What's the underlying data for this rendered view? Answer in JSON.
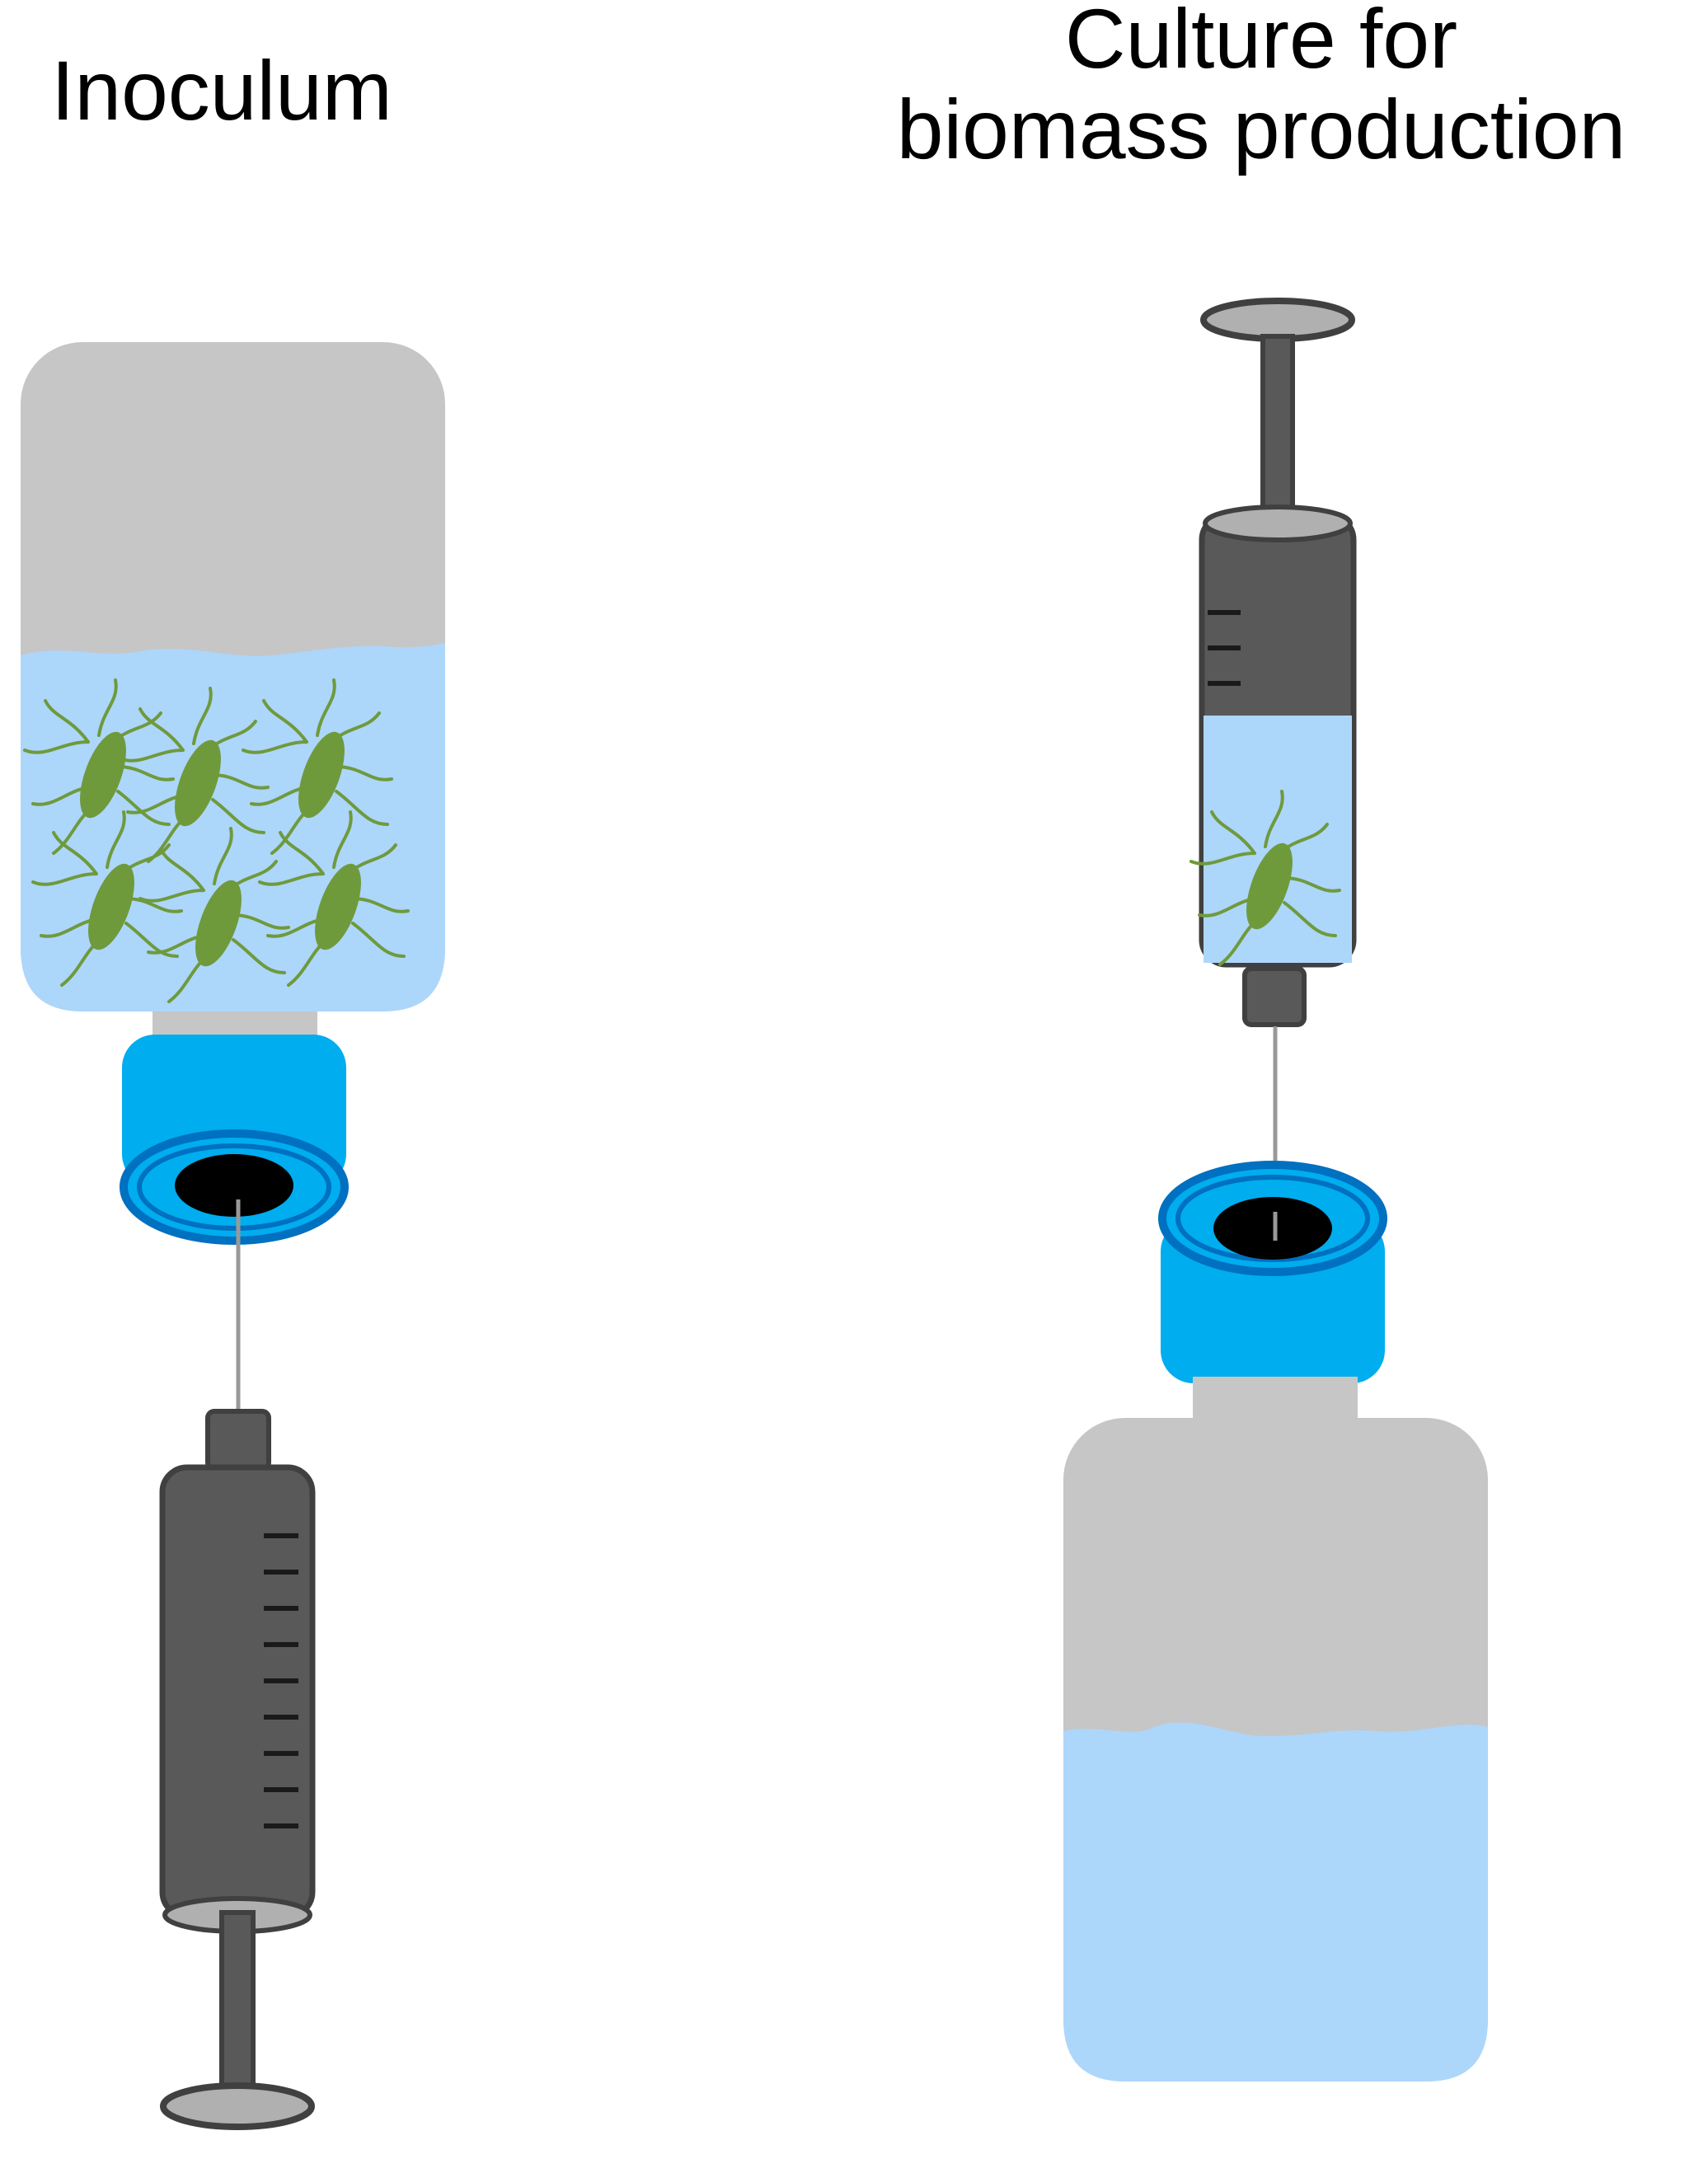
{
  "labels": {
    "inoculum": "Inoculum",
    "culture_line1": "Culture for",
    "culture_line2": "biomass production"
  },
  "colors": {
    "bottle_gray": "#c6c6c6",
    "liquid_blue": "#add6fb",
    "cap_blue": "#00adee",
    "cap_rim": "#0070c0",
    "syringe_dark": "#595959",
    "syringe_outline": "#404040",
    "bacteria_green": "#6f9a3c"
  },
  "icons": {
    "bacterium": "bacterium-icon",
    "syringe": "syringe-icon",
    "bottle": "bottle-icon",
    "needle": "needle-icon"
  }
}
